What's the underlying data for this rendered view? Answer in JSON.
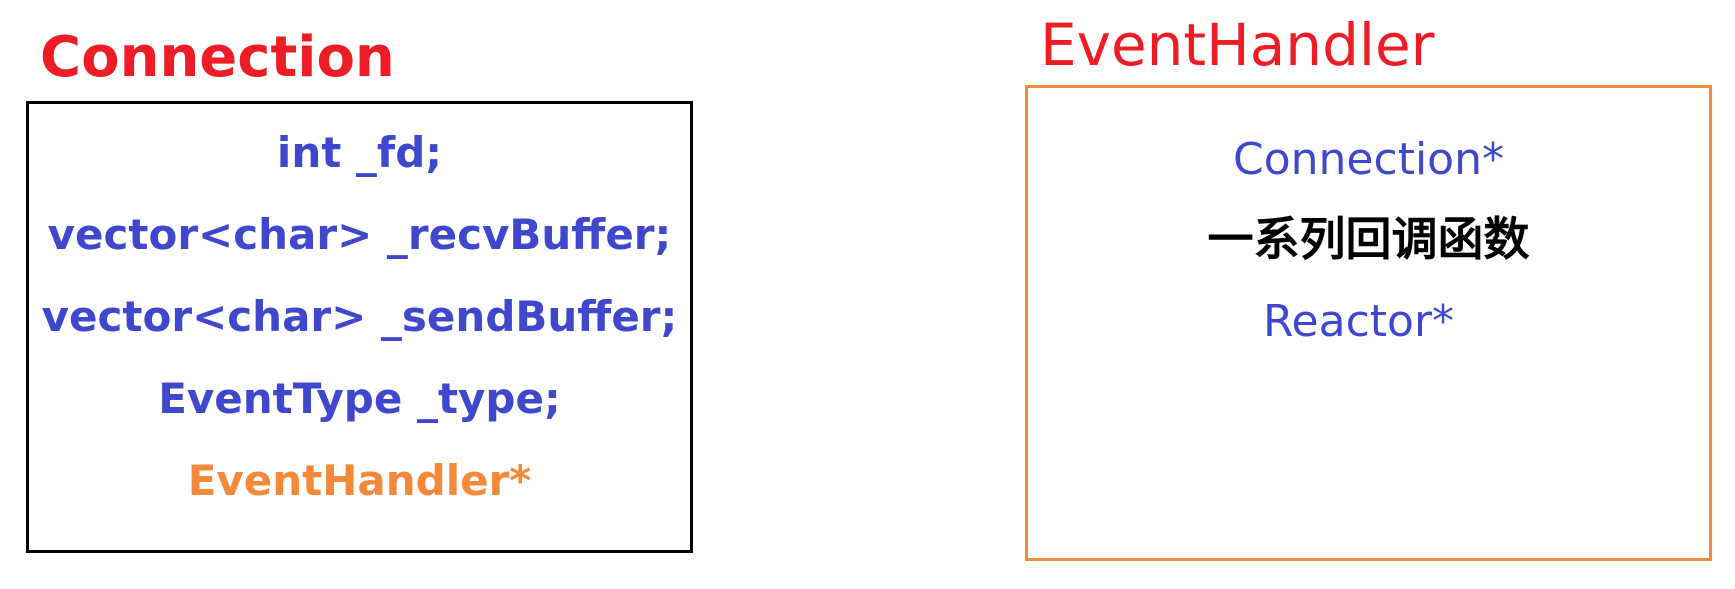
{
  "connection": {
    "title": "Connection",
    "fields": [
      "int _fd;",
      "vector<char> _recvBuffer;",
      "vector<char> _sendBuffer;",
      "EventType _type;",
      "EventHandler*"
    ]
  },
  "event_handler": {
    "title": "EventHandler",
    "members": [
      "Connection*",
      "一系列回调函数",
      "Reactor*"
    ]
  },
  "colors": {
    "title": "#ee1c25",
    "field": "#3f48cc",
    "highlight": "#f5893a",
    "connection_border": "#000000",
    "event_handler_border": "#f5893a"
  }
}
